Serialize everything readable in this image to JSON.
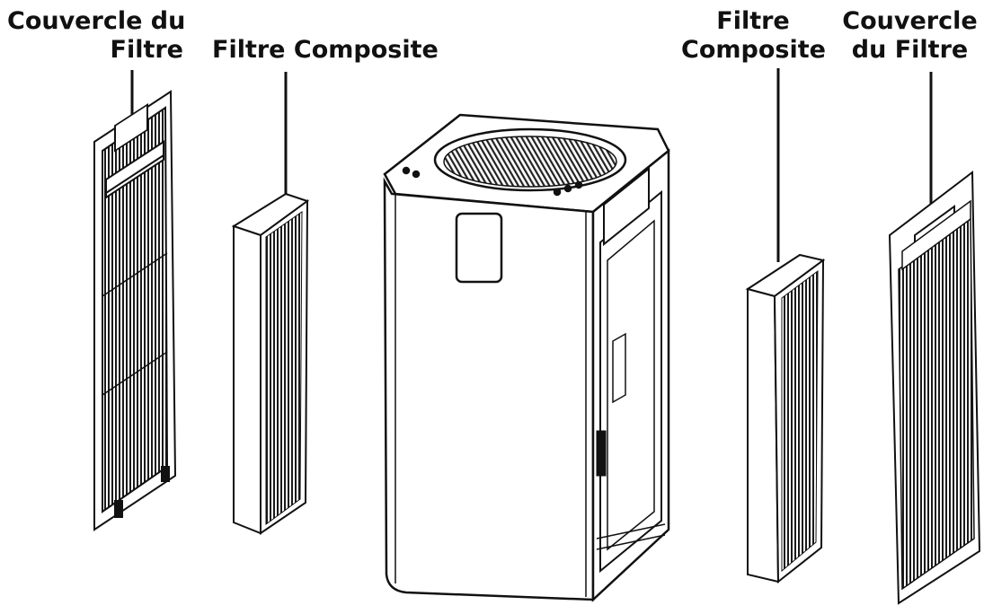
{
  "labels": {
    "left_cover": [
      "Couvercle du",
      "Filtre"
    ],
    "left_filter": [
      "Filtre Composite"
    ],
    "right_filter": [
      "Filtre",
      "Composite"
    ],
    "right_cover": [
      "Couvercle",
      "du Filtre"
    ]
  }
}
